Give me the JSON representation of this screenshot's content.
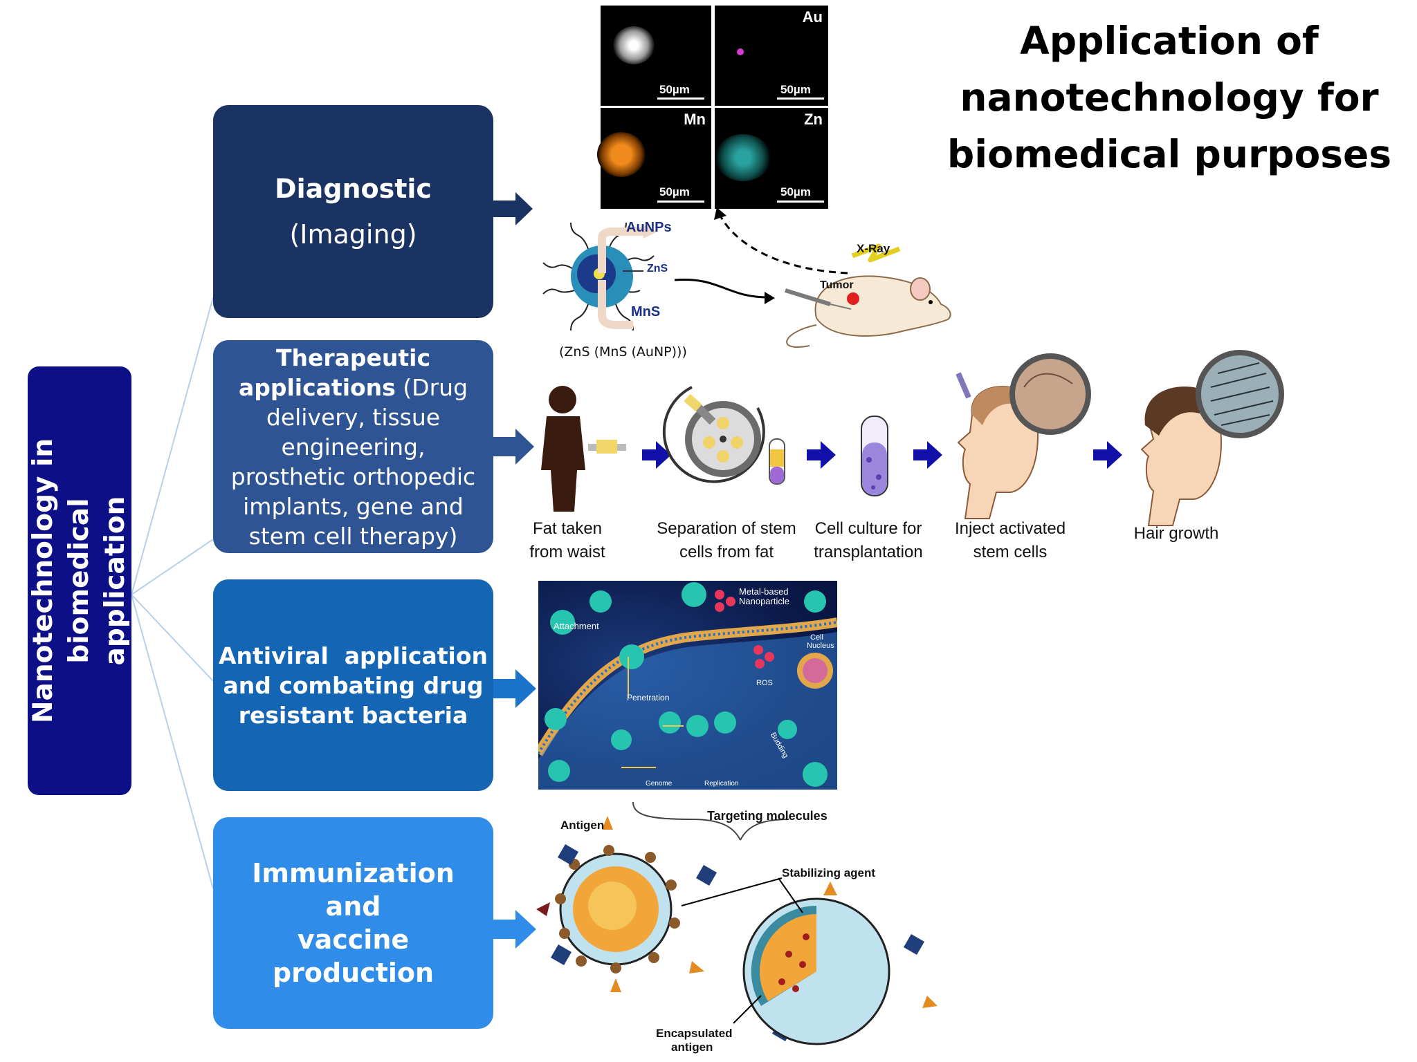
{
  "title": {
    "lines": [
      "Application of",
      "nanotechnology for",
      "biomedical purposes"
    ]
  },
  "root": {
    "lines": [
      "Nanotechnology in biomedical",
      "application"
    ]
  },
  "boxes": {
    "diagnostic": {
      "line1": "Diagnostic",
      "line2": "(Imaging)"
    },
    "therapeutic": {
      "bold1": "Therapeutic",
      "bold2": "applications",
      "rest2": " (Drug",
      "line3": "delivery, tissue",
      "line4": "engineering,",
      "line5": "prosthetic orthopedic",
      "line6": "implants, gene and",
      "line7": "stem cell therapy)"
    },
    "antiviral": {
      "lines": [
        "Antiviral  application",
        "and combating drug",
        "resistant bacteria"
      ]
    },
    "immunization": {
      "lines": [
        "Immunization and",
        "vaccine production"
      ]
    }
  },
  "imaging": {
    "panels": {
      "au": "Au",
      "mn": "Mn",
      "zn": "Zn",
      "scale": "50µm"
    },
    "labels": {
      "aunps": "AuNPs",
      "zns": "ZnS",
      "mns": "MnS",
      "formula": "(ZnS (MnS (AuNP)))",
      "xray": "X-Ray",
      "tumor": "Tumor"
    }
  },
  "therapy_steps": [
    {
      "line1": "Fat taken",
      "line2": "from waist"
    },
    {
      "line1": "Separation of stem",
      "line2": "cells from fat"
    },
    {
      "line1": "Cell culture for",
      "line2": "transplantation"
    },
    {
      "line1": "Inject activated",
      "line2": "stem cells"
    },
    {
      "line1": "Hair growth",
      "line2": ""
    }
  ],
  "antiviral_fig": {
    "labels": {
      "metal_np_1": "Metal-based",
      "metal_np_2": "Nanoparticle",
      "attachment": "Attachment",
      "cell": "Cell",
      "nucleus": "Nucleus",
      "ros": "ROS",
      "penetration": "Penetration",
      "genome": "Genome",
      "replication": "Replication",
      "budding": "Budding"
    }
  },
  "vaccine_fig": {
    "labels": {
      "targeting": "Targeting molecules",
      "antigen": "Antigen",
      "stabilizing": "Stabilizing agent",
      "encapsulated_1": "Encapsulated",
      "encapsulated_2": "antigen"
    }
  },
  "colors": {
    "root": "#0c0f86",
    "diagnostic": "#1b3363",
    "therapeutic": "#2e5494",
    "antiviral": "#1565b5",
    "immunization": "#2f8ce8",
    "arrow_blue": "#1f7fd6",
    "step_arrow": "#1111aa"
  }
}
